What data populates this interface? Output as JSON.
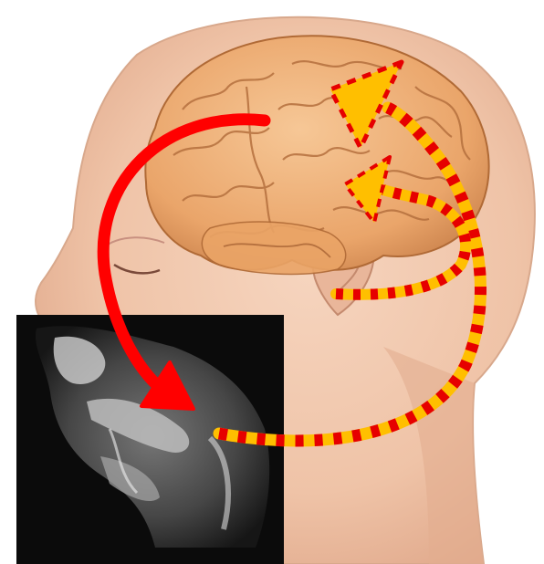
{
  "illustration": {
    "subject": "head-and-brain",
    "inset": "mri-midsagittal-vocal-tract",
    "colors": {
      "skin": "#efc6ac",
      "skin_shadow": "#d9a084",
      "brain": "#f0b277",
      "brain_shadow": "#c9804a",
      "red_arrow": "#ff0000",
      "dashed_arrow_base": "#ffbf00",
      "dashed_arrow_stripe": "#e60000",
      "mri_background": "#0b0b0b"
    },
    "arrows": [
      {
        "name": "brain-to-mouth",
        "style": "solid",
        "color": "red"
      },
      {
        "name": "mouth-to-brain",
        "style": "dashed",
        "color": "yellow-red"
      },
      {
        "name": "ear-to-brain",
        "style": "dashed",
        "color": "yellow-red"
      }
    ]
  }
}
